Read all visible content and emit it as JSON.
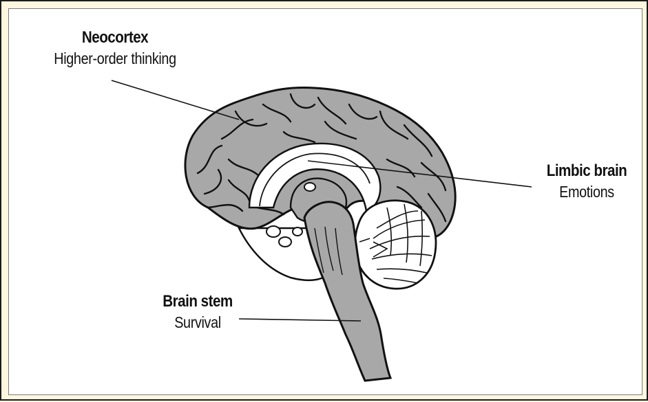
{
  "colors": {
    "frame_background": "#fdf7df",
    "panel_background": "#ffffff",
    "brain_fill": "#a8a8a8",
    "outline": "#111111"
  },
  "labels": {
    "neocortex": {
      "title": "Neocortex",
      "subtitle": "Higher-order thinking"
    },
    "limbic": {
      "title": "Limbic brain",
      "subtitle": "Emotions"
    },
    "stem": {
      "title": "Brain stem",
      "subtitle": "Survival"
    }
  }
}
